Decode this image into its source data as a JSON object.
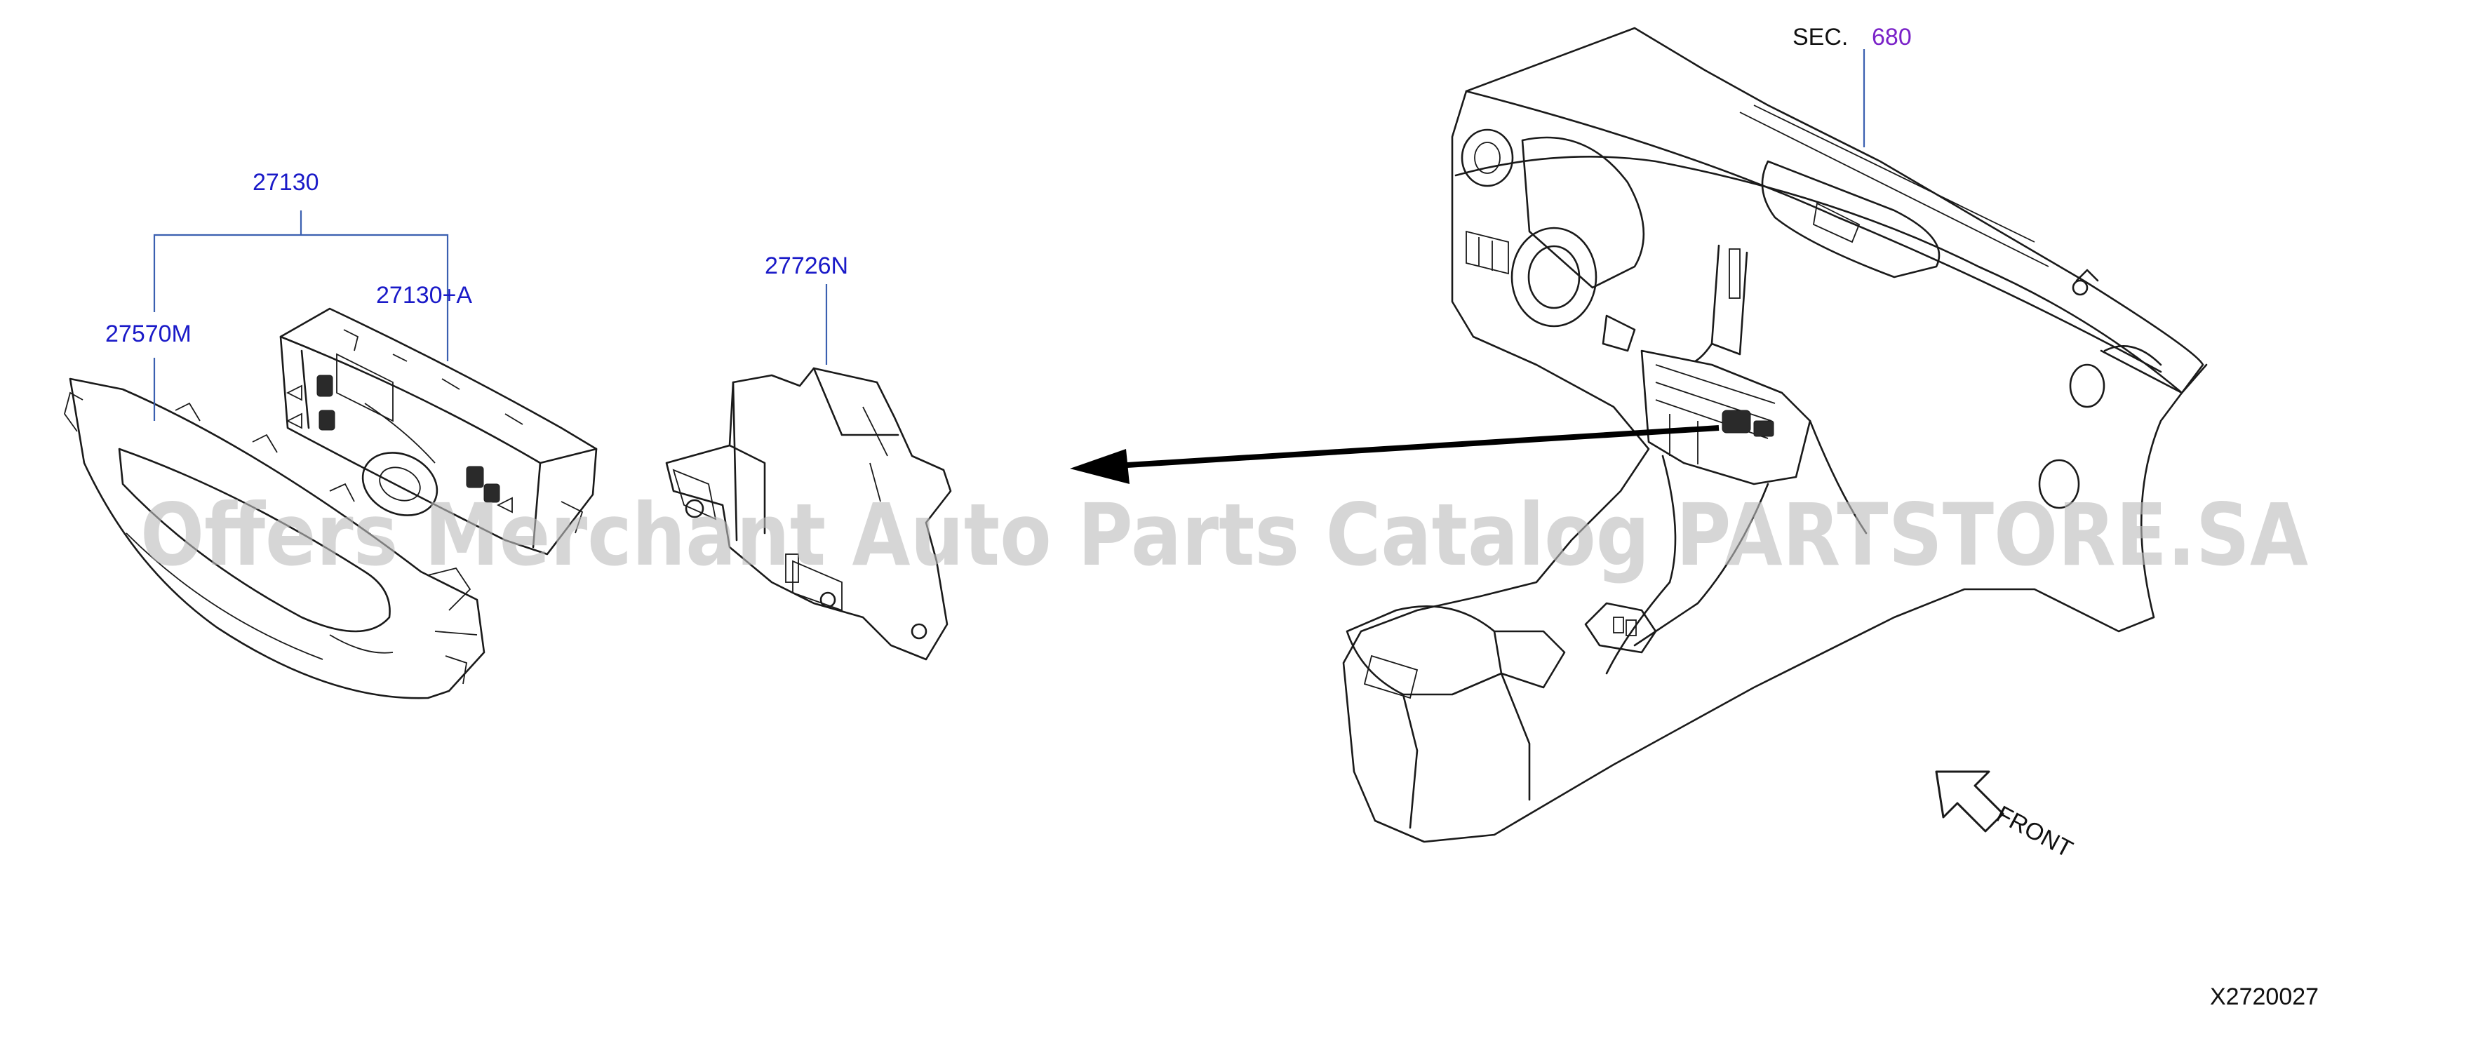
{
  "colors": {
    "callout": "#1a1ac8",
    "section_ref": "#7a22c8",
    "leader": "#3a5fb0",
    "line_art": "#1a1a1a",
    "watermark": "#bdbdbd"
  },
  "callouts": {
    "assembly": "27130",
    "control_unit": "27130+A",
    "finisher": "27570M",
    "bracket": "27726N"
  },
  "section_ref": {
    "prefix": "SEC.",
    "number": "680"
  },
  "direction_label": "FRONT",
  "drawing_id": "X2720027",
  "watermark": "Offers Merchant Auto Parts Catalog PARTSTORE.SA",
  "icons": {
    "front_arrow": "arrow-up-left-icon",
    "leader_arrow": "arrow-left-icon"
  }
}
